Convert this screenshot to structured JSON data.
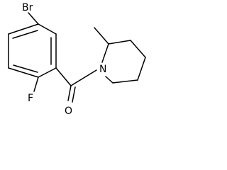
{
  "molecule": {
    "atoms": {
      "br": "Br",
      "f": "F",
      "o": "O",
      "n": "N"
    },
    "colors": {
      "bond": "#000000",
      "label": "#000000",
      "background": "#ffffff"
    }
  }
}
